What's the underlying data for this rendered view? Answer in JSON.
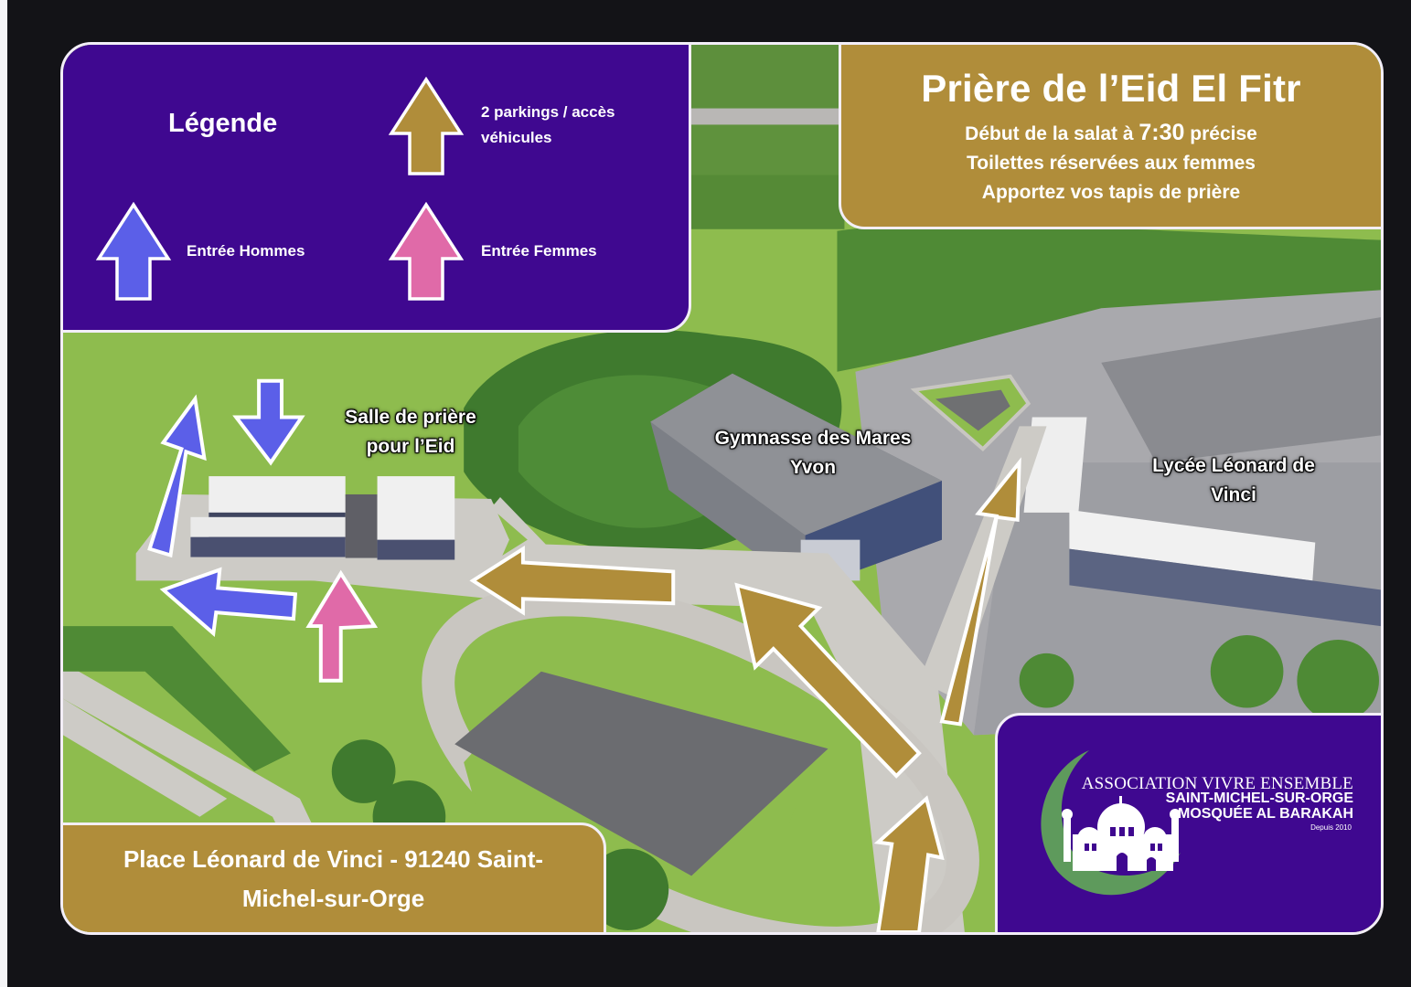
{
  "legend": {
    "title": "Légende",
    "items": [
      {
        "icon": "gold-arrow-icon",
        "color": "#b08d3a",
        "label_line1": "2 parkings / accès",
        "label_line2": "véhicules"
      },
      {
        "icon": "blue-arrow-icon",
        "color": "#5b5fe8",
        "label_line1": "Entrée Hommes"
      },
      {
        "icon": "pink-arrow-icon",
        "color": "#e06aa8",
        "label_line1": "Entrée Femmes"
      }
    ]
  },
  "info": {
    "title": "Prière de l’Eid El Fitr",
    "line1_prefix": "Début de la salat à ",
    "line1_time": "7:30",
    "line1_suffix": " précise",
    "line2": "Toilettes réservées aux femmes",
    "line3": "Apportez vos tapis de prière"
  },
  "address": {
    "line1": "Place Léonard de Vinci - 91240 Saint-",
    "line2": "Michel-sur-Orge"
  },
  "logo": {
    "line1": "ASSOCIATION VIVRE ENSEMBLE",
    "line2": "SAINT-MICHEL-SUR-ORGE",
    "line3": "MOSQUÉE AL BARAKAH",
    "line4": "Depuis 2010"
  },
  "map_labels": {
    "prayer_hall_line1": "Salle de prière",
    "prayer_hall_line2": "pour l’Eid",
    "gym_line1": "Gymnasse des Mares",
    "gym_line2": "Yvon",
    "lycee_line1": "Lycée Léonard de",
    "lycee_line2": "Vinci"
  },
  "colors": {
    "purple": "#3f0890",
    "gold": "#b08d3a",
    "men_blue": "#5b5fe8",
    "women_pink": "#e06aa8",
    "crescent_green": "#5e9a5c"
  }
}
